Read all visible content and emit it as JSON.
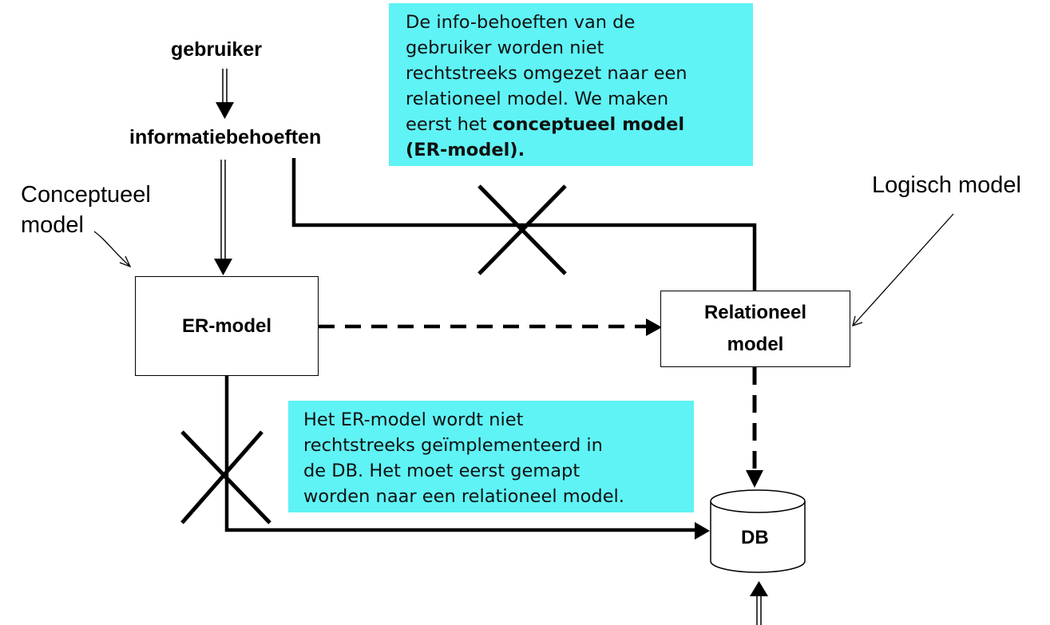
{
  "nodes": {
    "user": "gebruiker",
    "info_needs": "informatiebehoeften",
    "er_model": "ER-model",
    "relational_model_line1": "Relationeel",
    "relational_model_line2": "model",
    "db": "DB"
  },
  "labels": {
    "conceptual_line1": "Conceptueel",
    "conceptual_line2": "model",
    "logical": "Logisch model"
  },
  "notes": {
    "top": {
      "lines": [
        "De info-behoeften van de",
        "gebruiker worden niet",
        "rechtstreeks omgezet naar een",
        "relationeel model. We maken"
      ],
      "line5_prefix": "eerst het ",
      "line5_bold": "conceptueel model",
      "line6_bold": "(ER-model)."
    },
    "bottom": {
      "lines": [
        "Het ER-model wordt niet",
        "rechtstreeks geïmplementeerd in",
        "de DB. Het moet eerst gemapt",
        "worden naar een relationeel model."
      ]
    }
  },
  "colors": {
    "note_background": "#5ff3f5",
    "line": "#000000"
  }
}
